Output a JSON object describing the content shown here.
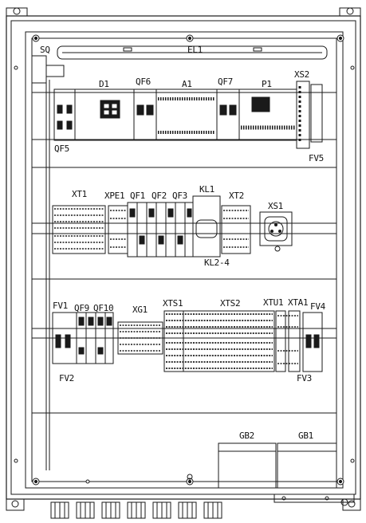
{
  "labels": {
    "sq": "SQ",
    "el1": "EL1",
    "d1": "D1",
    "qf6": "QF6",
    "a1": "A1",
    "qf7": "QF7",
    "p1": "P1",
    "xs2": "XS2",
    "qf5": "QF5",
    "fv5": "FV5",
    "xt1": "XT1",
    "xpe1": "XPE1",
    "qf1": "QF1",
    "qf2": "QF2",
    "qf3": "QF3",
    "kl1": "KL1",
    "xt2": "XT2",
    "xs1": "XS1",
    "kl24": "KL2-4",
    "fv1": "FV1",
    "qf9": "QF9",
    "qf10": "QF10",
    "xg1": "XG1",
    "xts1": "XTS1",
    "xts2": "XTS2",
    "xtu1": "XTU1",
    "xta1": "XTA1",
    "fv4": "FV4",
    "fv2": "FV2",
    "fv3": "FV3",
    "gb2": "GB2",
    "gb1": "GB1"
  },
  "colors": {
    "line": "#1a1a1a",
    "fill": "#ffffff",
    "dense": "#2b2b2b"
  }
}
